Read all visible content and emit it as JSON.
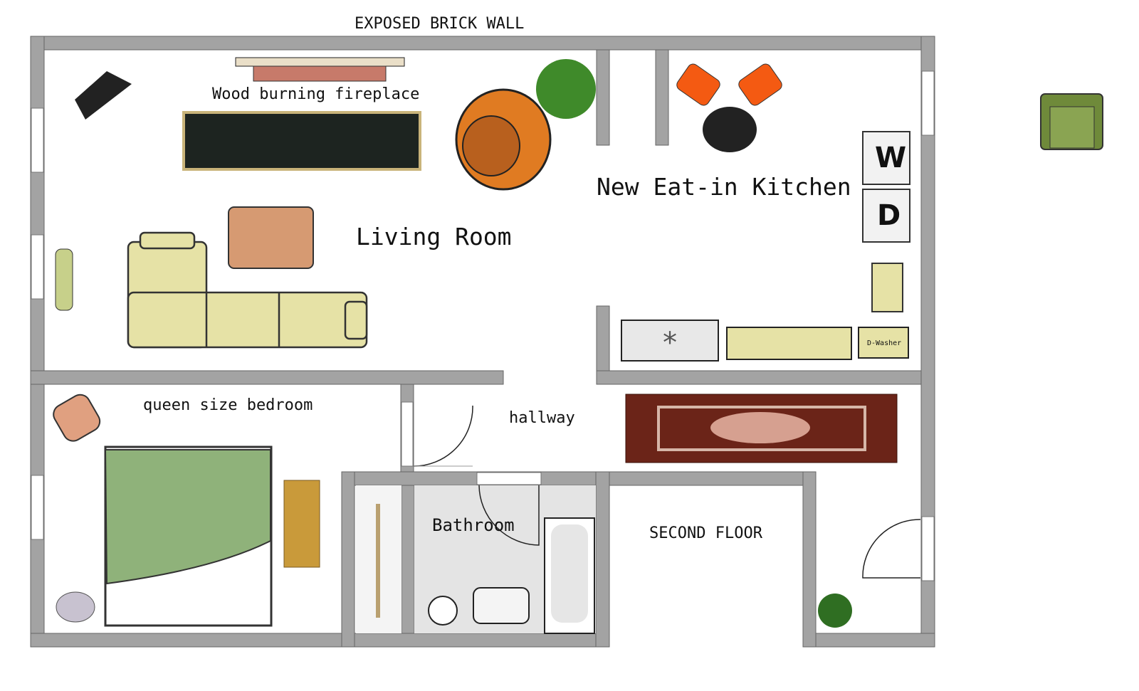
{
  "title": "EXPOSED BRICK WALL",
  "rooms": {
    "living_room": "Living Room",
    "kitchen": "New Eat-in Kitchen",
    "bedroom": "queen size bedroom",
    "hallway": "hallway",
    "bathroom": "Bathroom",
    "second_floor": "SECOND FLOOR"
  },
  "labels": {
    "fireplace": "Wood burning fireplace",
    "washer": "W",
    "dryer": "D",
    "dishwasher": "D-Washer"
  },
  "colors": {
    "wall": "#a3a3a3",
    "sofa": "#e6e2a6",
    "armchair": "#e07b22",
    "kitchen_chair": "#f45a12",
    "bed_cover": "#8fb27a",
    "rug": "#6b2418",
    "green_chair": "#6f8a3a"
  }
}
